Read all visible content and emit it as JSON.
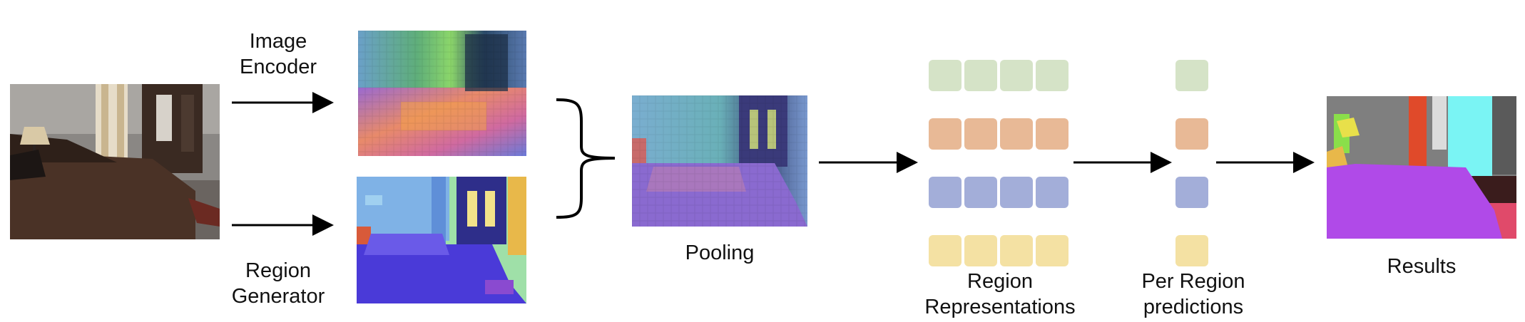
{
  "labels": {
    "image_encoder": [
      "Image",
      "Encoder"
    ],
    "region_generator": [
      "Region",
      "Generator"
    ],
    "pooling": "Pooling",
    "region_representations": [
      "Region",
      "Representations"
    ],
    "per_region_predictions": [
      "Per Region",
      "predictions"
    ],
    "results": "Results"
  },
  "region_colors": [
    "#d5e3c7",
    "#e8b996",
    "#a3aed9",
    "#f4e1a3"
  ],
  "cells_per_region": 4
}
